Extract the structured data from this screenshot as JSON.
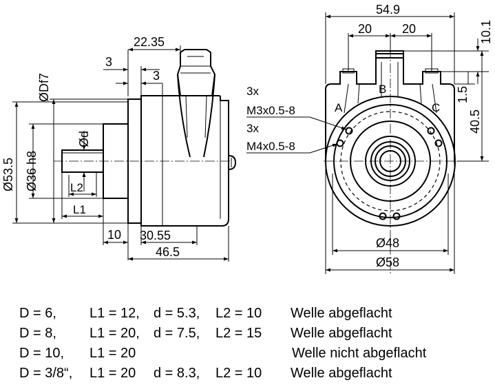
{
  "side_view": {
    "dims": {
      "top_width": "22.35",
      "step_a": "3",
      "step_b": "3",
      "flange_dia": "ØDf7",
      "housing_dia": "Ø53.5",
      "pilot_dia": "Ø36 h8",
      "shaft_dia": "Ød",
      "l2": "L2",
      "l1": "L1",
      "flange_thk": "10",
      "body_len": "30.55",
      "total_len": "46.5"
    }
  },
  "front_view": {
    "dims": {
      "width": "54.9",
      "spacing_left": "20",
      "spacing_right": "20",
      "height_top": "10.1",
      "offset": "1.5",
      "height_center": "40.5",
      "pcd_inner": "Ø48",
      "outer_dia": "Ø58"
    },
    "connectors": {
      "a": "A",
      "b": "B",
      "c": "C"
    },
    "notes": {
      "m3_count": "3x",
      "m3_thread": "M3x0.5-8",
      "m4_count": "3x",
      "m4_thread": "M4x0.5-8"
    }
  },
  "table": {
    "rows": [
      {
        "d_big": "D =   6,",
        "l1": "L1 = 12,",
        "d_small": "d = 5.3,",
        "l2": "L2 = 10",
        "desc": "Welle abgeflacht"
      },
      {
        "d_big": "D =   8,",
        "l1": "L1 = 20,",
        "d_small": "d = 7.5,",
        "l2": "L2 = 15",
        "desc": "Welle abgeflacht"
      },
      {
        "d_big": "D = 10,",
        "l1": "L1 = 20",
        "d_small": "",
        "l2": "",
        "desc": "Welle nicht abgeflacht"
      },
      {
        "d_big": "D = 3/8“,",
        "l1": "L1 = 20",
        "d_small": "d = 8.3,",
        "l2": "L2 = 10",
        "desc": "Welle abgeflacht"
      }
    ]
  }
}
